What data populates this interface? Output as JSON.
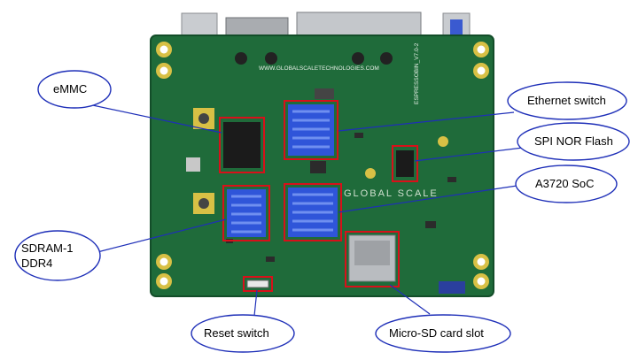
{
  "colors": {
    "pcb": "#1f6b3a",
    "pcb_dark": "#134d29",
    "heatsink": "#2f55d9",
    "heatsink_fin": "#6f8ff0",
    "highlight_box": "#d8101a",
    "callout_stroke": "#1e2fb8",
    "chip": "#1b1b1b",
    "connector_metal": "#b9bcc0"
  },
  "board": {
    "silkscreen_url": "WWW.GLOBALSCALETECHNOLOGIES.COM",
    "silkscreen_brand": "GLOBAL SCALE",
    "silkscreen_model": "ESPRESSOBIN_V7.0-2"
  },
  "callouts": {
    "emmc": "eMMC",
    "ethernet_switch": "Ethernet switch",
    "spi_nor_flash": "SPI NOR Flash",
    "a3720_soc": "A3720 SoC",
    "sdram_line1": "SDRAM-1",
    "sdram_line2": "DDR4",
    "reset_switch": "Reset switch",
    "micro_sd_slot": "Micro-SD card slot"
  }
}
